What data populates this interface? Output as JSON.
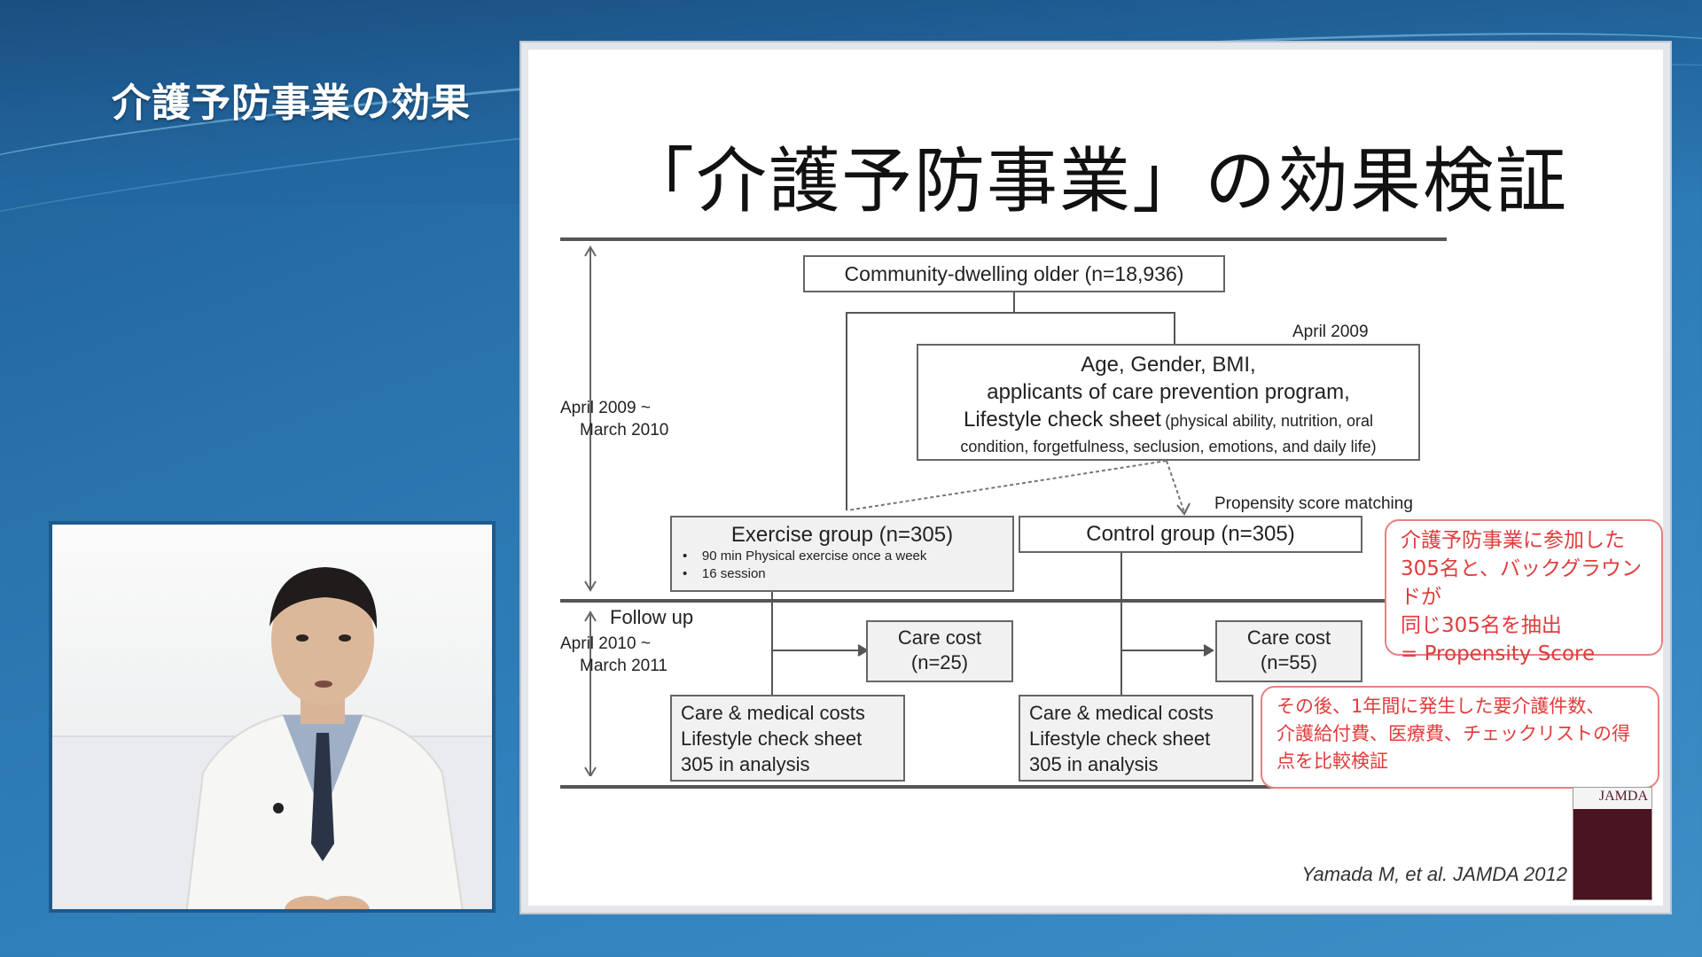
{
  "heading": "介護予防事業の効果",
  "slide": {
    "title": "「介護予防事業」の効果検証",
    "flow": {
      "community": "Community-dwelling older (n=18,936)",
      "period_top": [
        "April 2009 ~",
        "March 2010"
      ],
      "april_2009": "April 2009",
      "criteria": {
        "line1": "Age, Gender, BMI,",
        "line2": "applicants of care prevention program,",
        "line3_main": "Lifestyle check sheet",
        "line3_detail": "(physical ability, nutrition, oral",
        "line4": "condition, forgetfulness, seclusion, emotions, and daily life)"
      },
      "propensity": "Propensity score matching",
      "exercise": {
        "title": "Exercise group (n=305)",
        "bullets": [
          "90 min Physical exercise once a week",
          "16 session"
        ]
      },
      "control": "Control group (n=305)",
      "follow_up": "Follow up",
      "period_bottom": [
        "April 2010 ~",
        "March 2011"
      ],
      "care_cost_exercise": [
        "Care cost",
        "(n=25)"
      ],
      "care_cost_control": [
        "Care cost",
        "(n=55)"
      ],
      "outcome_exercise": [
        "Care & medical costs",
        "Lifestyle check sheet",
        "305 in analysis"
      ],
      "outcome_control": [
        "Care & medical costs",
        "Lifestyle check sheet",
        "305 in analysis"
      ]
    },
    "note_top": [
      "介護予防事業に参加した",
      "305名と、バックグラウンドが",
      "同じ305名を抽出",
      "= Propensity Score"
    ],
    "note_bottom": [
      "その後、1年間に発生した要介護件数、",
      "介護給付費、医療費、チェックリストの得",
      "点を比較検証"
    ],
    "citation": "Yamada M, et al. JAMDA   2012",
    "journal_cover": "JAMDA"
  },
  "colors": {
    "background": "#2a74ad",
    "note_text": "#e03c3c",
    "note_border": "#e98080"
  }
}
